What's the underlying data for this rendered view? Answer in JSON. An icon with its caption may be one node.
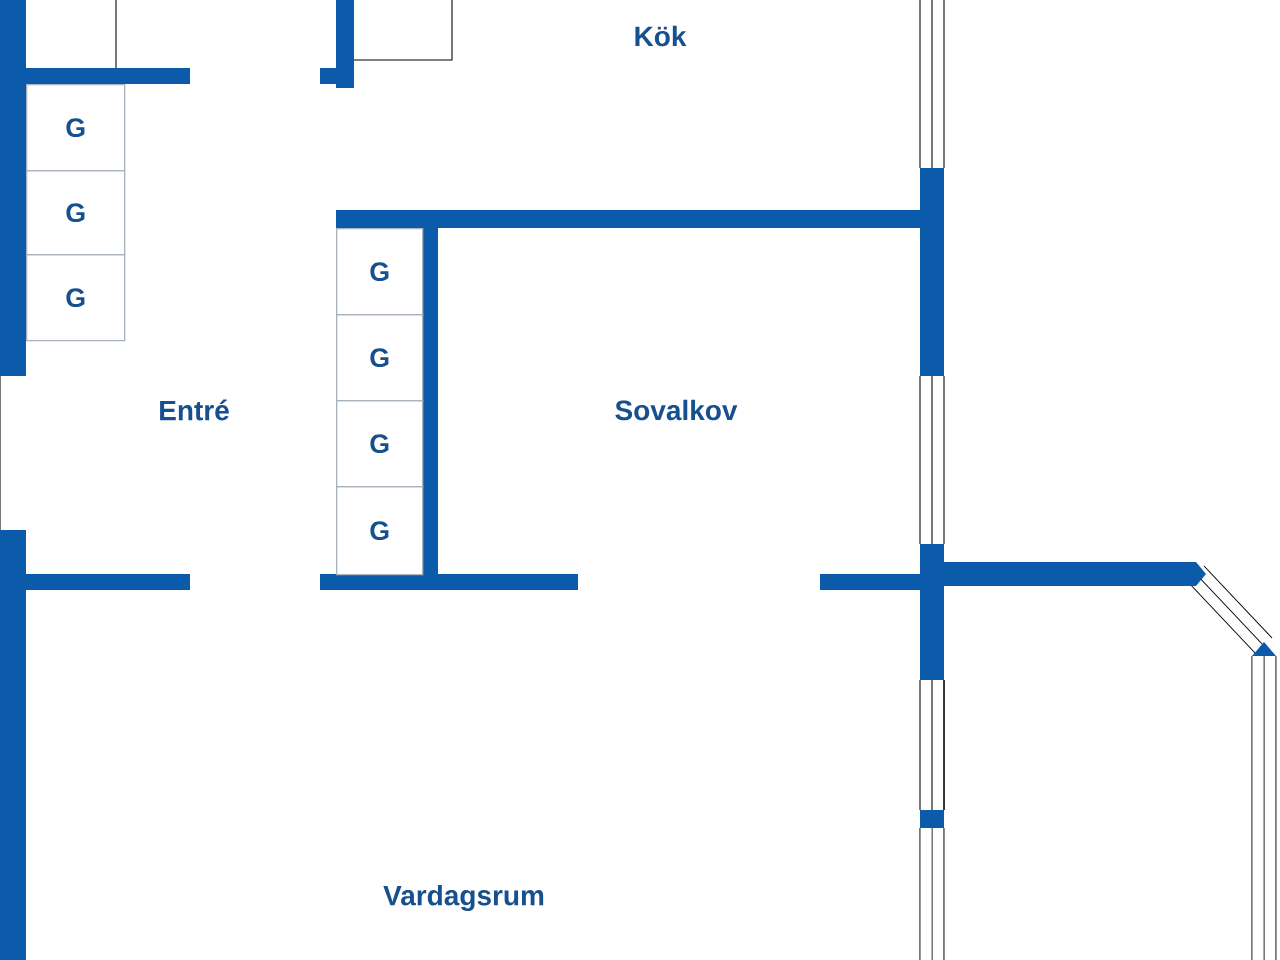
{
  "diagram": {
    "nodes": [
      {
        "text": [
          "G"
        ]
      },
      {
        "text": [
          "G"
        ]
      },
      {
        "text": [
          "G"
        ]
      },
      {
        "text": [
          "G"
        ]
      },
      {
        "text": [
          "G"
        ]
      },
      {
        "text": [
          "G"
        ]
      },
      {
        "text": [
          "G"
        ]
      }
    ],
    "labels": [
      "Kök",
      "Entré",
      "Sovalkov",
      "Vardagsrum"
    ]
  }
}
